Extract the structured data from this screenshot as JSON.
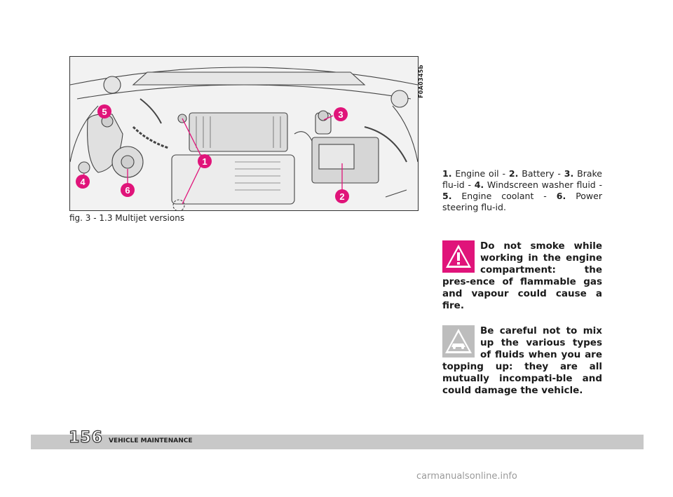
{
  "figure": {
    "code": "F0A0345b",
    "caption": "fig. 3 - 1.3 Multijet versions",
    "callouts": [
      "1",
      "2",
      "3",
      "4",
      "5",
      "6"
    ]
  },
  "legend": [
    {
      "num": "1.",
      "text": " Engine oil - "
    },
    {
      "num": "2.",
      "text": " Battery - "
    },
    {
      "num": "3.",
      "text": " Brake flu-id - "
    },
    {
      "num": "4.",
      "text": " Windscreen washer fluid - "
    },
    {
      "num": "5.",
      "text": " Engine coolant - "
    },
    {
      "num": "6.",
      "text": " Power steering flu-id."
    }
  ],
  "warning": {
    "icon": "warning-triangle-icon",
    "text": "Do not smoke while working in the engine compartment: the pres-ence of flammable gas and vapour could cause a fire."
  },
  "caution": {
    "icon": "vehicle-caution-icon",
    "text": "Be careful not to mix up the various types of fluids when you are topping up: they are all mutually incompati-ble and could damage the vehicle."
  },
  "footer": {
    "page_number": "156",
    "section": "VEHICLE MAINTENANCE"
  },
  "watermark": "carmanualsonline.info",
  "colors": {
    "callout": "#e0147a",
    "warning_bg": "#e0147a",
    "caution_bg": "#bdbdbd",
    "footer_bar": "#c8c8c8"
  }
}
